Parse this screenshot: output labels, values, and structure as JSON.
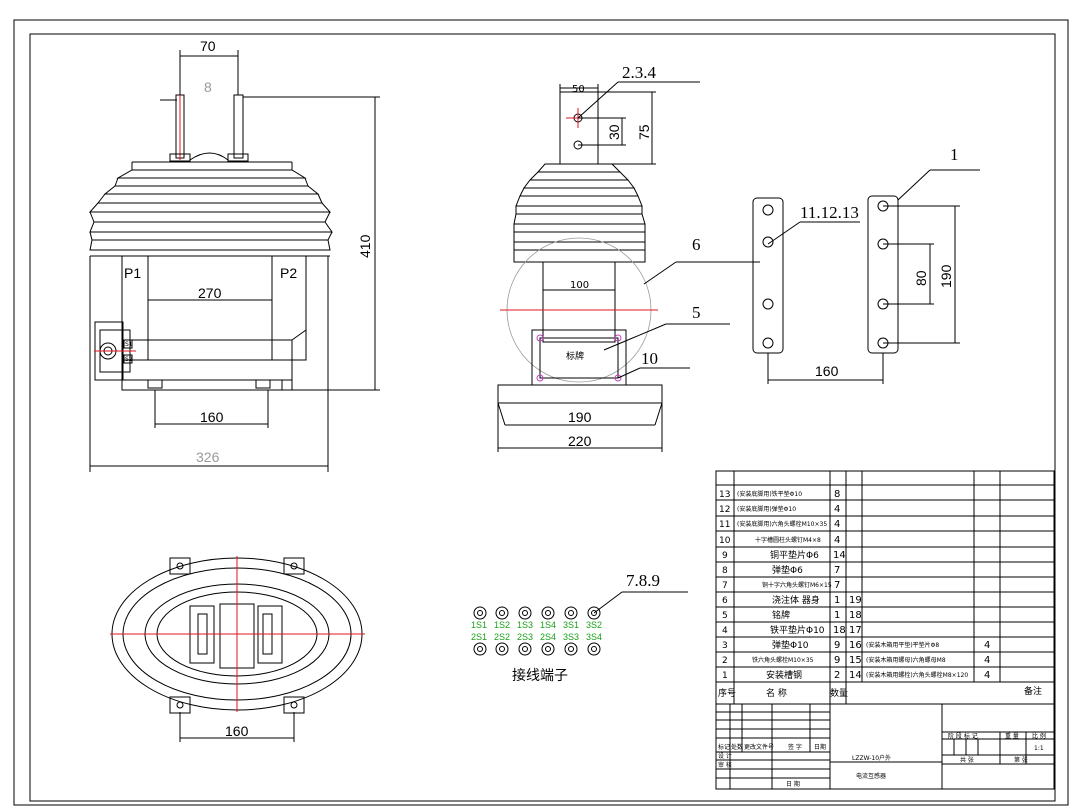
{
  "front_view": {
    "dim_top_width": "70",
    "dim_top_gap": "8",
    "dim_height": "410",
    "label_p1": "P1",
    "label_p2": "P2",
    "dim_inner_width": "270",
    "dim_base": "160",
    "dim_overall": "326",
    "side_label_1": "S1",
    "side_label_2": "S2"
  },
  "side_view": {
    "callout_terminal": "2.3.4",
    "dim_terminal_width": "50",
    "dim_hole_spacing": "30",
    "dim_terminal_height": "75",
    "callout_6": "6",
    "dim_body_width": "100",
    "callout_5": "5",
    "nameplate": "标牌",
    "callout_10": "10",
    "dim_base_inner": "190",
    "dim_base_outer": "220"
  },
  "bracket_view": {
    "callout_1": "1",
    "callout_hardware": "11.12.13",
    "dim_hole_spacing": "80",
    "dim_height": "190",
    "dim_width": "160"
  },
  "top_view": {
    "dim_base": "160"
  },
  "terminals": {
    "callout": "7.8.9",
    "top_row": [
      "1S1",
      "1S2",
      "1S3",
      "1S4",
      "3S1",
      "3S2"
    ],
    "bottom_row": [
      "2S1",
      "2S2",
      "2S3",
      "2S4",
      "3S3",
      "3S4"
    ],
    "caption": "接线端子"
  },
  "bom": {
    "rows": [
      {
        "no": "13",
        "name": "(安装底脚用)铁平垫Φ10",
        "qty": "8",
        "extra_no": "",
        "extra_name": "",
        "extra_qty": ""
      },
      {
        "no": "12",
        "name": "(安装底脚用)弹垫Φ10",
        "qty": "4",
        "extra_no": "",
        "extra_name": "",
        "extra_qty": ""
      },
      {
        "no": "11",
        "name": "(安装底脚用)六角头螺栓M10×35",
        "qty": "4",
        "extra_no": "",
        "extra_name": "",
        "extra_qty": ""
      },
      {
        "no": "10",
        "name": "十字槽圆柱头螺钉M4×8",
        "qty": "4",
        "extra_no": "",
        "extra_name": "",
        "extra_qty": ""
      },
      {
        "no": "9",
        "name": "铜平垫片Φ6",
        "qty": "14",
        "extra_no": "",
        "extra_name": "",
        "extra_qty": ""
      },
      {
        "no": "8",
        "name": "弹垫Φ6",
        "qty": "7",
        "extra_no": "",
        "extra_name": "",
        "extra_qty": ""
      },
      {
        "no": "7",
        "name": "铜十字六角头螺钉M6×15",
        "qty": "7",
        "extra_no": "",
        "extra_name": "",
        "extra_qty": ""
      },
      {
        "no": "6",
        "name": "浇注体    器身",
        "qty": "1",
        "extra_no": "19",
        "extra_name": "",
        "extra_qty": ""
      },
      {
        "no": "5",
        "name": "铭牌",
        "qty": "1",
        "extra_no": "18",
        "extra_name": "",
        "extra_qty": ""
      },
      {
        "no": "4",
        "name": "铁平垫片Φ10",
        "qty": "18",
        "extra_no": "17",
        "extra_name": "",
        "extra_qty": ""
      },
      {
        "no": "3",
        "name": "弹垫Φ10",
        "qty": "9",
        "extra_no": "16",
        "extra_name": "(安装木箱用平垫)平垫片Φ8",
        "extra_qty": "4"
      },
      {
        "no": "2",
        "name": "铁六角头螺栓M10×35",
        "qty": "9",
        "extra_no": "15",
        "extra_name": "(安装木箱用螺母)六角螺母M8",
        "extra_qty": "4"
      },
      {
        "no": "1",
        "name": "安装槽钢",
        "qty": "2",
        "extra_no": "14",
        "extra_name": "(安装木箱用螺栓)六角头螺栓M8×120",
        "extra_qty": "4"
      }
    ],
    "header": {
      "no": "序号",
      "name": "名    称",
      "qty": "数量",
      "remark": "备注"
    }
  },
  "title_block": {
    "mark": "标记",
    "count": "处数",
    "change_file": "更改文件号",
    "signature": "签 字",
    "date": "日期",
    "design": "设 计",
    "review": "审 核",
    "date2": "日 期",
    "model": "LZZW-10户外",
    "product": "电流互感器",
    "stage": "阶 段 标 记",
    "weight": "重 量",
    "scale": "比 例",
    "scale_value": "1:1",
    "sheets": "共    张",
    "sheet_no": "第    张"
  },
  "colors": {
    "line": "#000000",
    "dimension_gray": "#9a9a9a",
    "centerline_red": "#e0161d",
    "terminal_green": "#1aa01a",
    "highlight_magenta": "#c040c0"
  }
}
